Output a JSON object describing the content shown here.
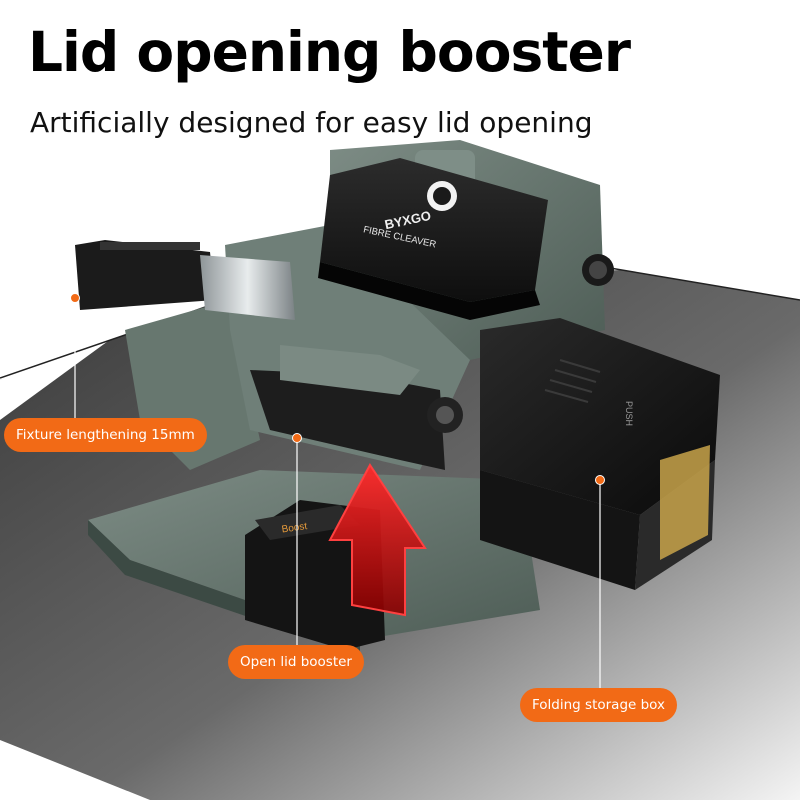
{
  "headline": "Lid opening booster",
  "subheadline": "Artificially designed for easy lid opening",
  "product": {
    "brand": "BYXGO",
    "name": "FIBRE CLEAVER",
    "boost_label": "Boost",
    "push_label": "PUSH"
  },
  "callouts": {
    "fixture": "Fixture lengthening 15mm",
    "booster": "Open lid booster",
    "storage": "Folding storage box"
  },
  "colors": {
    "accent": "#f26a16",
    "body": "#5d6e66",
    "arrow": "#d81818"
  }
}
